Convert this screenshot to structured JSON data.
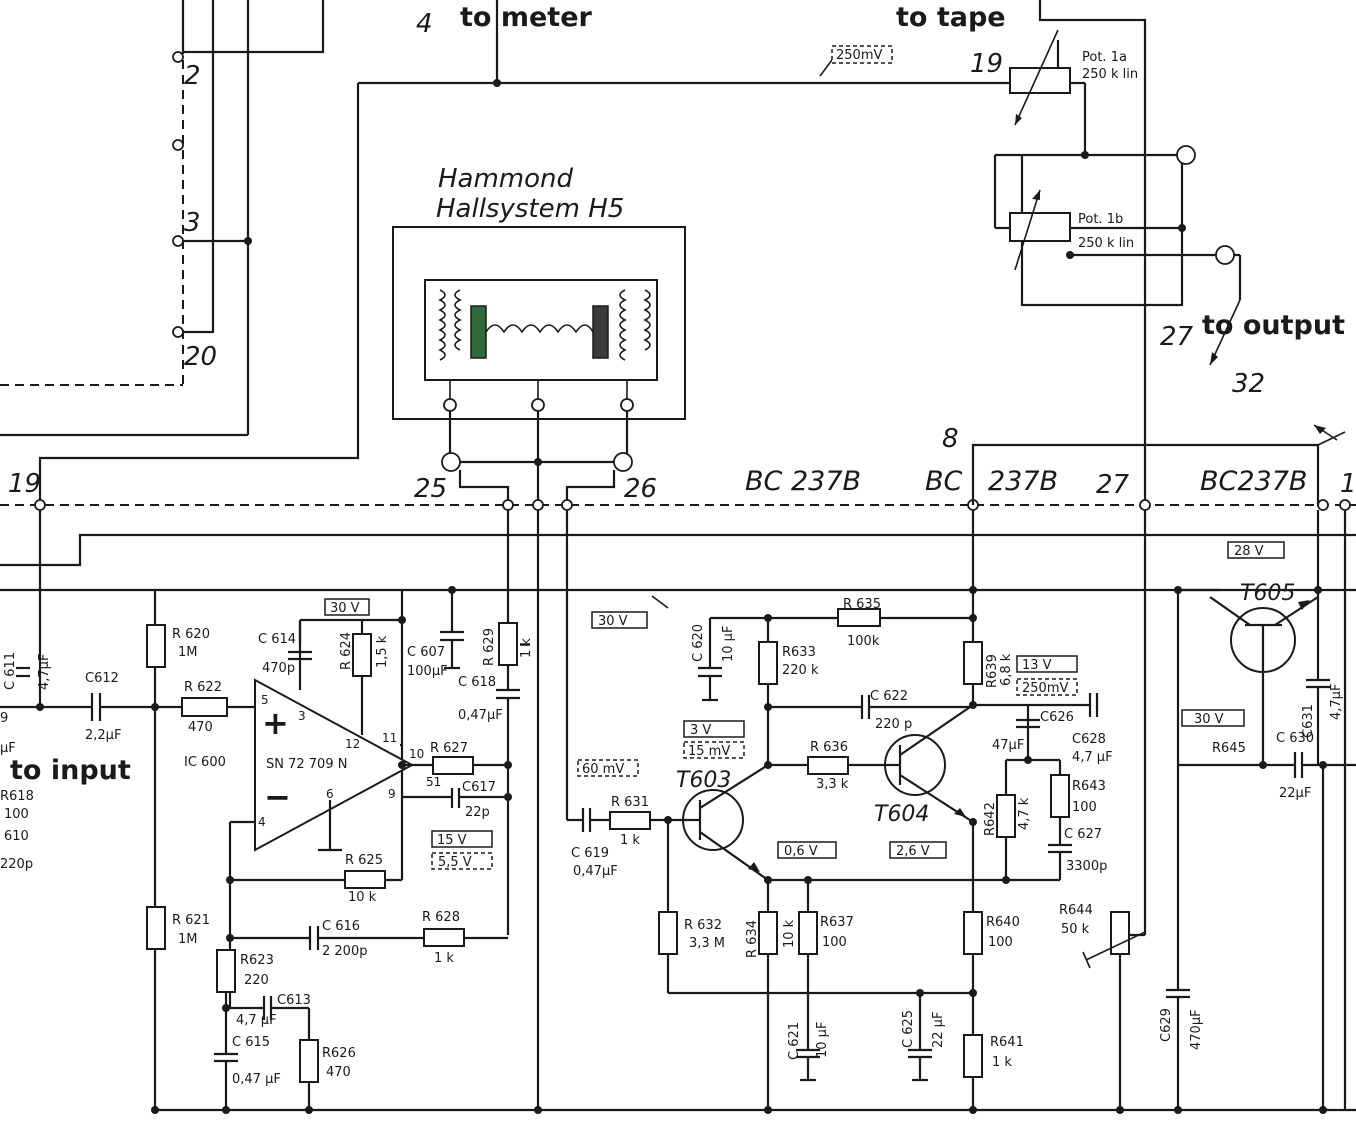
{
  "annotations": {
    "to_meter": "to meter",
    "to_tape": "to tape",
    "to_output": "to output",
    "to_input": "to input"
  },
  "hall": {
    "title_line1": "Hammond",
    "title_line2": "Hallsystem H5"
  },
  "pins": {
    "p4": "4",
    "p2": "2",
    "p3": "3",
    "p20": "20",
    "p19_top": "19",
    "p19_left": "19",
    "p25": "25",
    "p26": "26",
    "p8": "8",
    "p27_bus": "27",
    "p27_right": "27",
    "p32": "32",
    "p1": "1"
  },
  "transistor_types": {
    "t603_type": "BC 237B",
    "t604_type_a": "BC",
    "t604_type_b": "237B",
    "t605_type": "BC237B"
  },
  "voltages": {
    "v250mv_top": "250mV",
    "v30_ic": "30 V",
    "v30_mid": "30 V",
    "v15_a": "15 V",
    "v55": "5,5 V",
    "v60mv": "60 mV",
    "v3": "3 V",
    "v15mv": "15 mV",
    "v06": "0,6 V",
    "v26": "2,6 V",
    "v13": "13 V",
    "v250mv_out": "250mV",
    "v28": "28 V",
    "v30_right": "30 V"
  },
  "pots": {
    "pot1a_name": "Pot. 1a",
    "pot1a_value": "250 k lin",
    "pot1b_name": "Pot. 1b",
    "pot1b_value": "250 k lin"
  },
  "ic": {
    "name": "IC 600",
    "type": "SN 72 709 N",
    "plus": "+",
    "minus": "−",
    "pin5": "5",
    "pin3": "3",
    "pin12": "12",
    "pin11": "11",
    "pin10": "10",
    "pin51": "51",
    "pin9": "9",
    "pin6": "6",
    "pin4": "4"
  },
  "transistors": {
    "t603": "T603",
    "t604": "T604",
    "t605": "T605"
  },
  "components": {
    "r620_name": "R 620",
    "r620_value": "1M",
    "r621_name": "R 621",
    "r621_value": "1M",
    "r622_name": "R 622",
    "r622_value": "470",
    "r623_name": "R623",
    "r623_value": "220",
    "r624_name": "R 624",
    "r624_value": "1,5 k",
    "r625_name": "R 625",
    "r625_value": "10 k",
    "r626_name": "R626",
    "r626_value": "470",
    "r627_name": "R 627",
    "r628_name": "R 628",
    "r628_value": "1 k",
    "r629_name": "R 629",
    "r629_value": "1 k",
    "r631_name": "R 631",
    "r631_value": "1 k",
    "r632_name": "R 632",
    "r632_value": "3,3 M",
    "r633_name": "R633",
    "r633_value": "220 k",
    "r634_name": "R 634",
    "r634_value": "10 k",
    "r635_name": "R 635",
    "r635_value": "100k",
    "r636_name": "R 636",
    "r636_value": "3,3 k",
    "r637_name": "R637",
    "r637_value": "100",
    "r639_name": "R639",
    "r639_value": "6,8 k",
    "r640_name": "R640",
    "r640_value": "100",
    "r641_name": "R641",
    "r641_value": "1 k",
    "r642_name": "R642",
    "r642_value": "4,7 k",
    "r643_name": "R643",
    "r643_value": "100",
    "r644_name": "R644",
    "r644_value": "50 k",
    "r645_name": "R645",
    "c611_name": "C 611",
    "c611_value": "4,7µF",
    "c612_name": "C612",
    "c612_value": "2,2µF",
    "c613_name": "C613",
    "c613_value": "4,7 µF",
    "c614_name": "C 614",
    "c614_value": "470p",
    "c615_name": "C 615",
    "c615_value": "0,47 µF",
    "c616_name": "C 616",
    "c616_value": "2 200p",
    "c617_name": "C617",
    "c617_value": "22p",
    "c618_name": "C 618",
    "c618_value": "0,47µF",
    "c607_name": "C 607",
    "c607_value": "100µF",
    "c619_name": "C 619",
    "c619_value": "0,47µF",
    "c620_name": "C 620",
    "c620_value": "10 µF",
    "c621_name": "C 621",
    "c621_value": "10 µF",
    "c622_name": "C 622",
    "c622_value": "220 p",
    "c625_name": "C 625",
    "c625_value": "22 µF",
    "c626_name": "C626",
    "c626_value": "47µF",
    "c627_name": "C 627",
    "c627_value": "3300p",
    "c628_name": "C628",
    "c628_value": "4,7 µF",
    "c629_name": "C629",
    "c629_value": "470µF",
    "c630_name": "C 630",
    "c630_value": "22µF",
    "c631_name": "C631",
    "c631_value": "4,7µF"
  },
  "left_edge": {
    "r618_name": "R618",
    "r618_value": "100",
    "c610_name": "610",
    "c610_value": "220p",
    "frag9": "9",
    "frag_uf": "µF"
  }
}
